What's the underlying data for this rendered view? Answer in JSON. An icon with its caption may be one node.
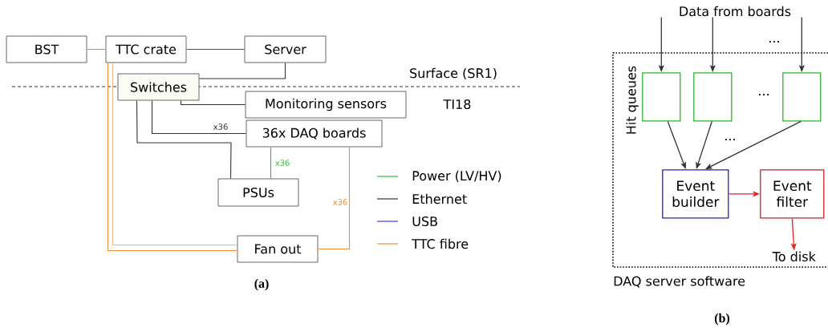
{
  "diagram": {
    "nodes": [
      {
        "text": [
          "BST"
        ]
      },
      {
        "text": [
          "TTC crate"
        ]
      },
      {
        "text": [
          "Server"
        ]
      },
      {
        "text": [
          "Switches"
        ]
      },
      {
        "text": [
          "Monitoring sensors"
        ]
      },
      {
        "text": [
          "36x DAQ boards"
        ]
      },
      {
        "text": [
          "PSUs"
        ]
      },
      {
        "text": [
          "Fan out"
        ]
      },
      {
        "text": [
          "DAQ server software"
        ]
      },
      {
        "text": [
          "Data from boards"
        ]
      },
      {
        "text": [],
        "shape": "box",
        "in": 8
      },
      {
        "text": [],
        "shape": "box",
        "in": 8
      },
      {
        "text": [],
        "shape": "box",
        "in": 8
      },
      {
        "text": [
          "Event builder"
        ],
        "in": 8
      },
      {
        "text": [
          "Event filter"
        ],
        "in": 8
      },
      {
        "text": [
          "To disk"
        ],
        "in": 8
      }
    ],
    "edges": [
      {
        "from": 0,
        "to": 1,
        "arrow": "none",
        "color": "#f28a30"
      },
      {
        "from": 1,
        "to": 2,
        "arrow": "none",
        "color": "#3a3ae0"
      },
      {
        "from": 2,
        "to": 3,
        "arrow": "none"
      },
      {
        "from": 3,
        "to": 4,
        "arrow": "none"
      },
      {
        "from": 3,
        "to": 5,
        "arrow": "none",
        "label": "x36"
      },
      {
        "from": 3,
        "to": 6,
        "arrow": "none"
      },
      {
        "from": 5,
        "to": 6,
        "arrow": "none",
        "label": "x36",
        "color": "#30c030"
      },
      {
        "from": 1,
        "to": 7,
        "arrow": "none",
        "color": "#f28a30"
      },
      {
        "from": 1,
        "to": 7,
        "arrow": "none",
        "color": "#e8b488"
      },
      {
        "from": 5,
        "to": 7,
        "arrow": "none",
        "label": "x36",
        "color": "#f28a30"
      },
      {
        "from": 9,
        "to": 10,
        "arrow": "to"
      },
      {
        "from": 9,
        "to": 11,
        "arrow": "to"
      },
      {
        "from": 9,
        "to": 12,
        "arrow": "to"
      },
      {
        "from": 10,
        "to": 13,
        "arrow": "to"
      },
      {
        "from": 11,
        "to": 13,
        "arrow": "to"
      },
      {
        "from": 12,
        "to": 13,
        "arrow": "to"
      },
      {
        "from": 13,
        "to": 14,
        "arrow": "to",
        "color": "#e82020"
      },
      {
        "from": 14,
        "to": 15,
        "arrow": "to",
        "color": "#e82020"
      }
    ],
    "labels": [
      "Surface (SR1)",
      "TI18",
      "Hit queues",
      "...",
      "...",
      "...",
      "(a)",
      "(b)"
    ],
    "legend": [
      {
        "text": "Power (LV/HV)"
      },
      {
        "text": "Ethernet"
      },
      {
        "text": "USB"
      },
      {
        "text": "TTC fibre"
      }
    ]
  }
}
